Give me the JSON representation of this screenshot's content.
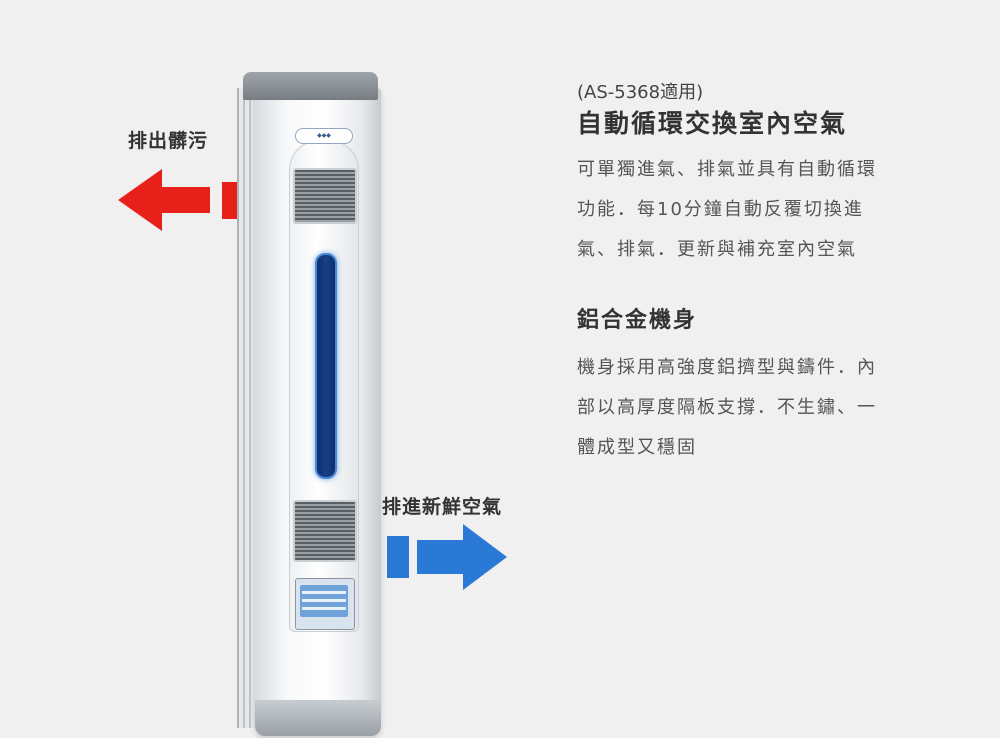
{
  "labels": {
    "exhaust": "排出髒污",
    "intake": "排進新鮮空氣"
  },
  "content": {
    "model": "(AS-5368適用)",
    "heading1": "自動循環交換室內空氣",
    "paragraph1_lines": [
      "可單獨進氣、排氣並具有自動循環",
      "功能．每10分鐘自動反覆切換進",
      "氣、排氣．更新與補充室內空氣"
    ],
    "heading2": "鋁合金機身",
    "paragraph2_lines": [
      "機身採用高強度鋁擠型與鑄件．內",
      "部以高厚度隔板支撐．不生鏽、一",
      "體成型又穩固"
    ]
  },
  "colors": {
    "exhaust_arrow": "#e8201a",
    "intake_arrow": "#2a79d6",
    "background": "#f0f0f0"
  },
  "icons": {
    "exhaust": "arrow-left-icon",
    "intake": "arrow-right-icon"
  }
}
